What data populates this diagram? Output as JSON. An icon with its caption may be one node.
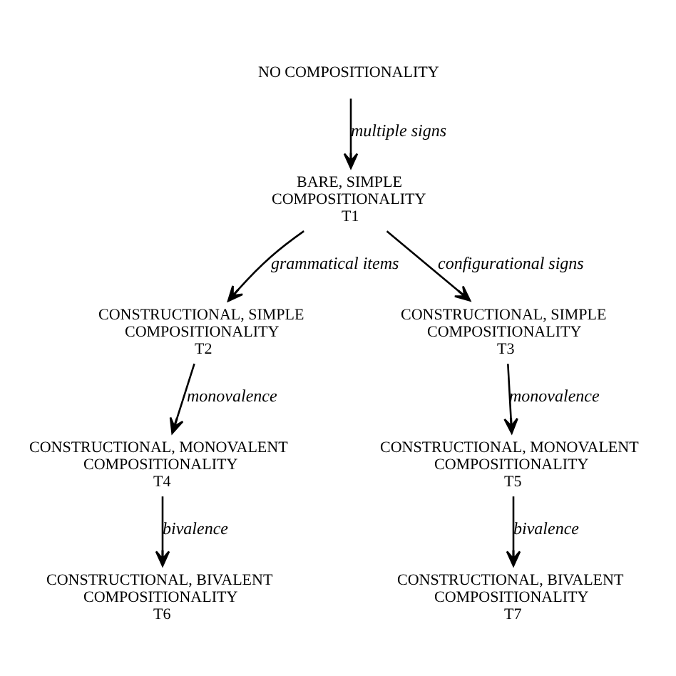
{
  "diagram": {
    "nodes": [
      {
        "text": [
          "NO COMPOSITIONALITY"
        ]
      },
      {
        "text": [
          "BARE, SIMPLE COMPOSITIONALITY",
          "T1"
        ]
      },
      {
        "text": [
          "CONSTRUCTIONAL, SIMPLE COMPOSITIONALITY",
          "T2"
        ]
      },
      {
        "text": [
          "CONSTRUCTIONAL, SIMPLE COMPOSITIONALITY",
          "T3"
        ]
      },
      {
        "text": [
          "CONSTRUCTIONAL, MONOVALENT COMPOSITIONALITY",
          "T4"
        ]
      },
      {
        "text": [
          "CONSTRUCTIONAL, MONOVALENT COMPOSITIONALITY",
          "T5"
        ]
      },
      {
        "text": [
          "CONSTRUCTIONAL, BIVALENT COMPOSITIONALITY",
          "T6"
        ]
      },
      {
        "text": [
          "CONSTRUCTIONAL, BIVALENT COMPOSITIONALITY",
          "T7"
        ]
      }
    ],
    "edges": [
      {
        "from": 0,
        "to": 1,
        "arrow": "to",
        "label": "multiple signs"
      },
      {
        "from": 1,
        "to": 2,
        "arrow": "to",
        "label": "grammatical items"
      },
      {
        "from": 1,
        "to": 3,
        "arrow": "to",
        "label": "configurational signs"
      },
      {
        "from": 2,
        "to": 4,
        "arrow": "to",
        "label": "monovalence"
      },
      {
        "from": 3,
        "to": 5,
        "arrow": "to",
        "label": "monovalence"
      },
      {
        "from": 4,
        "to": 6,
        "arrow": "to",
        "label": "bivalence"
      },
      {
        "from": 5,
        "to": 7,
        "arrow": "to",
        "label": "bivalence"
      }
    ]
  }
}
